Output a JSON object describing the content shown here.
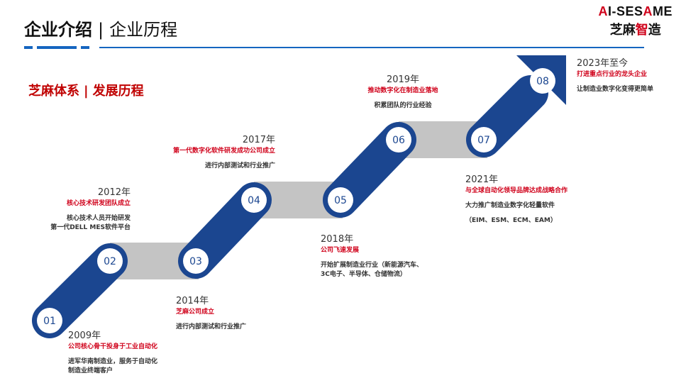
{
  "header": {
    "title_main": "企业介绍",
    "title_sep": "|",
    "title_sub": "企业历程"
  },
  "logo": {
    "en_part1": "A",
    "en_part2": "I-SES",
    "en_part3": "A",
    "en_part4": "ME",
    "cn_part1": "芝麻",
    "cn_part2": "智",
    "cn_part3": "造"
  },
  "section": {
    "title_left": "芝麻体系",
    "sep": "|",
    "title_right": "发展历程"
  },
  "colors": {
    "navy": "#1b4690",
    "gray_band": "#c4c4c4",
    "accent_red": "#d0021b",
    "header_blue": "#1565c0"
  },
  "steps": [
    {
      "num": "01"
    },
    {
      "num": "02"
    },
    {
      "num": "03"
    },
    {
      "num": "04"
    },
    {
      "num": "05"
    },
    {
      "num": "06"
    },
    {
      "num": "07"
    },
    {
      "num": "08"
    }
  ],
  "milestones": {
    "m2009": {
      "year": "2009年",
      "highlight": "公司核心骨干投身于工业自动化",
      "line1": "进军华南制造业，服务于自动化",
      "line2": "制造业终端客户"
    },
    "m2012": {
      "year": "2012年",
      "highlight": "核心技术研发团队成立",
      "line1": "核心技术人员开始研发",
      "line2": "第一代DELL MES软件平台"
    },
    "m2014": {
      "year": "2014年",
      "highlight": "芝麻公司成立",
      "line1": "进行内部测试和行业推广"
    },
    "m2017": {
      "year": "2017年",
      "highlight": "第一代数字化软件研发成功公司成立",
      "line1": "进行内部测试和行业推广"
    },
    "m2018": {
      "year": "2018年",
      "highlight": "公司飞速发展",
      "line1": "开始扩展制造业行业（新能源汽车、",
      "line2": "3C电子、半导体、仓储物流）"
    },
    "m2019": {
      "year": "2019年",
      "highlight": "推动数字化在制造业落地",
      "line1": "积累团队的行业经验"
    },
    "m2021": {
      "year": "2021年",
      "highlight": "与全球自动化领导品牌达成战略合作",
      "line1": "大力推广制造业数字化轻量软件",
      "line2": "（EIM、ESM、ECM、EAM）"
    },
    "m2023": {
      "year": "2023年至今",
      "highlight": "打进重点行业的龙头企业",
      "line1": "让制造业数字化变得更简单"
    }
  }
}
